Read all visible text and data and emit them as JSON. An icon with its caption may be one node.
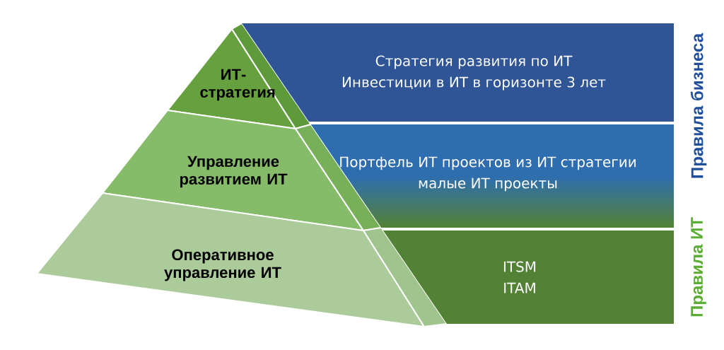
{
  "diagram": {
    "nodes": [
      {
        "text": [
          "ИТ-стратегия"
        ]
      },
      {
        "text": [
          "Управление развитием ИТ"
        ]
      },
      {
        "text": [
          "Оперативное управление ИТ"
        ]
      },
      {
        "text": [
          "Стратегия развития по ИТ",
          "Инвестиции в ИТ в горизонте 3 лет"
        ]
      },
      {
        "text": [
          "Портфель ИТ проектов из ИТ стратегии",
          "малые ИТ проекты"
        ]
      },
      {
        "text": [
          "ITSM",
          "ITAM"
        ]
      }
    ],
    "labels": [
      "Правила бизнеса",
      "Правила ИТ"
    ]
  }
}
